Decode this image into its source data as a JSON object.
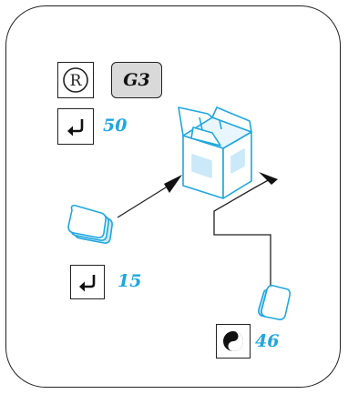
{
  "colors": {
    "accent": "#1ea7e1",
    "accent_fill": "#cbe9f8",
    "line": "#222222",
    "badge_bg": "#d9d9d9"
  },
  "header": {
    "registered_icon": "registered-trademark-icon",
    "model_code": "G3"
  },
  "callouts": [
    {
      "icon": "return-arrow-icon",
      "number": "50"
    },
    {
      "icon": "return-arrow-icon",
      "number": "15"
    },
    {
      "icon": "yin-yang-icon",
      "number": "46"
    }
  ],
  "parts": [
    {
      "name": "open-box"
    },
    {
      "name": "foot-pad-stack"
    },
    {
      "name": "single-foot-pad"
    }
  ]
}
